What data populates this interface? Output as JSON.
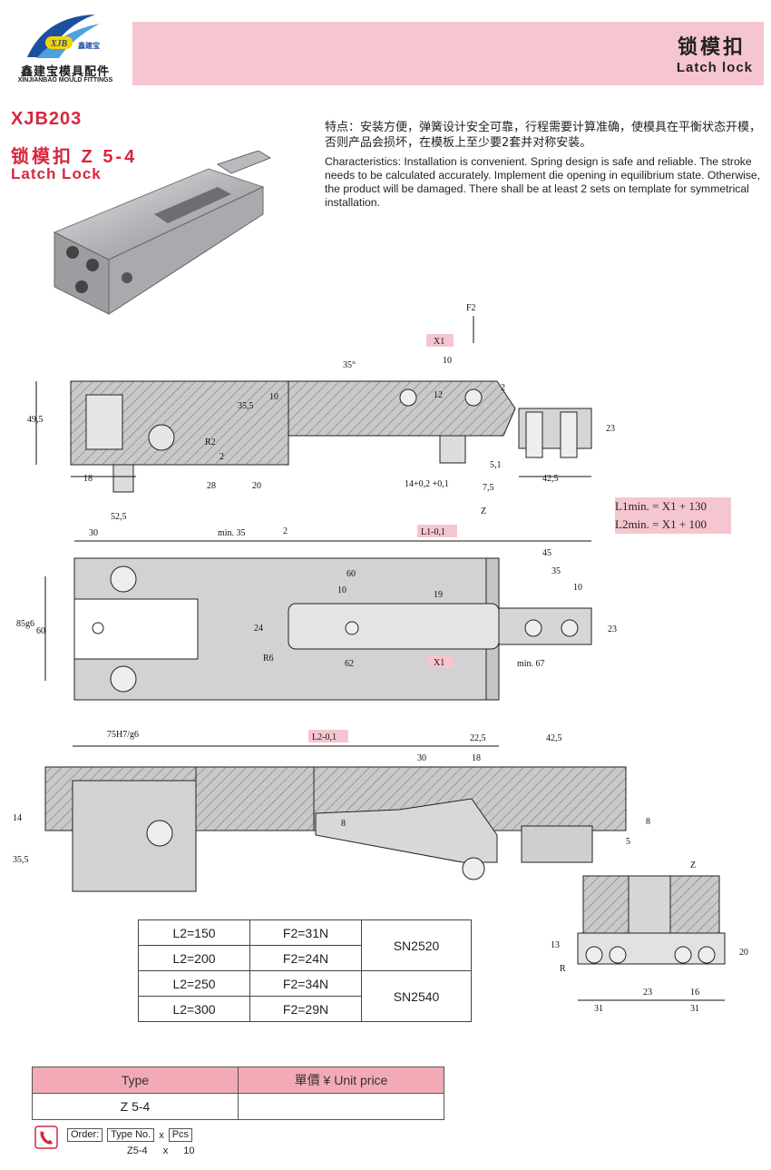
{
  "logo": {
    "badge": "XJB",
    "badge_cn": "鑫建宝",
    "company_cn": "鑫建宝模具配件",
    "company_en": "XINJIANBAO MOULD FITTINGS"
  },
  "header": {
    "title_cn": "锁模扣",
    "title_en": "Latch lock"
  },
  "product": {
    "code": "XJB203",
    "name_cn": "锁模扣 Z 5-4",
    "name_en": "Latch Lock"
  },
  "features": {
    "cn": "特点：安装方便，弹簧设计安全可靠，行程需要计算准确，使模具在平衡状态开模，否则产品会损坏，在模板上至少要2套并对称安装。",
    "en": "Characteristics: Installation is convenient. Spring design is safe and reliable. The stroke needs to be calculated accurately. Implement die opening in equilibrium state. Otherwise, the product will be damaged. There shall be at least 2 sets on template for symmetrical installation."
  },
  "drawing": {
    "side": {
      "f2": "F2",
      "x1": "X1",
      "d10": "10",
      "d35": "35°",
      "d2a": "2",
      "d12": "12",
      "d10b": "10",
      "d35_5": "35,5",
      "d49_5": "49,5",
      "r2": "R2",
      "d2b": "2",
      "d23": "23",
      "d18": "18",
      "d28": "28",
      "d20": "20",
      "tol": "14+0,2 +0,1",
      "d5_1": "5,1",
      "d7_5": "7,5",
      "d42_5": "42,5",
      "z": "Z"
    },
    "formulas": {
      "l1": "L1min. = X1 + 130",
      "l2": "L2min. = X1 + 100"
    },
    "top": {
      "d52_5": "52,5",
      "d30": "30",
      "min35": "min. 35",
      "d2": "2",
      "l1": "L1-0,1",
      "d45": "45",
      "d60": "60",
      "d35": "35",
      "d10": "10",
      "d10b": "10",
      "d19": "19",
      "d85": "85g6",
      "d60b": "60",
      "d24": "24",
      "d23": "23",
      "r6": "R6",
      "d62": "62",
      "x1": "X1",
      "min67": "min. 67"
    },
    "section": {
      "d75": "75H7/g6",
      "l2": "L2-0,1",
      "d22_5": "22,5",
      "d42_5": "42,5",
      "d30": "30",
      "d18": "18",
      "d14": "14",
      "d8": "8",
      "d8b": "8",
      "d5": "5",
      "d35_5": "35,5"
    },
    "zview": {
      "z": "Z",
      "d13": "13",
      "r": "R",
      "d20": "20",
      "d23": "23",
      "d16": "16",
      "d31a": "31",
      "d31b": "31"
    }
  },
  "spec_table": {
    "rows": [
      {
        "l2": "L2=150",
        "f2": "F2=31N"
      },
      {
        "l2": "L2=200",
        "f2": "F2=24N"
      },
      {
        "l2": "L2=250",
        "f2": "F2=34N"
      },
      {
        "l2": "L2=300",
        "f2": "F2=29N"
      }
    ],
    "groups": [
      "SN2520",
      "SN2540"
    ]
  },
  "price_table": {
    "col_type": "Type",
    "col_price": "單價 ¥ Unit price",
    "type": "Z 5-4",
    "price": ""
  },
  "order": {
    "label": "Order:",
    "type_label": "Type No.",
    "x": "x",
    "pcs": "Pcs",
    "type_value": "Z5-4",
    "x2": "x",
    "qty": "10"
  },
  "colors": {
    "accent": "#d7263d",
    "band": "#f5c6cf",
    "table_head": "#f2aab6",
    "logo_blue": "#1b4fa0",
    "metal": "#c9c9cb"
  }
}
